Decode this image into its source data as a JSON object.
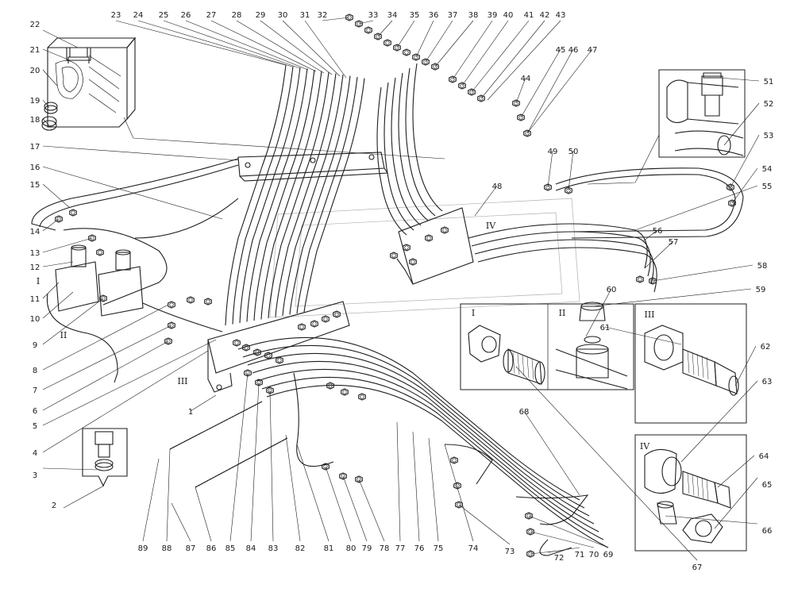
{
  "labels": [
    "1",
    "2",
    "3",
    "4",
    "5",
    "6",
    "7",
    "8",
    "9",
    "10",
    "11",
    "12",
    "13",
    "14",
    "15",
    "16",
    "17",
    "18",
    "19",
    "20",
    "21",
    "22",
    "23",
    "24",
    "25",
    "26",
    "27",
    "28",
    "29",
    "30",
    "31",
    "32",
    "33",
    "34",
    "35",
    "36",
    "37",
    "38",
    "39",
    "40",
    "41",
    "42",
    "43",
    "44",
    "45",
    "46",
    "47",
    "48",
    "49",
    "50",
    "51",
    "52",
    "53",
    "54",
    "55",
    "56",
    "57",
    "58",
    "59",
    "60",
    "61",
    "62",
    "63",
    "64",
    "65",
    "66",
    "67",
    "68",
    "69",
    "70",
    "71",
    "72",
    "73",
    "74",
    "75",
    "76",
    "77",
    "78",
    "79",
    "80",
    "81",
    "82",
    "83",
    "84",
    "85",
    "86",
    "87",
    "88",
    "89"
  ],
  "detail_views": [
    "I",
    "II",
    "III",
    "IV"
  ],
  "colors": {
    "ink": "#1e1e1e",
    "paper": "#ffffff"
  }
}
